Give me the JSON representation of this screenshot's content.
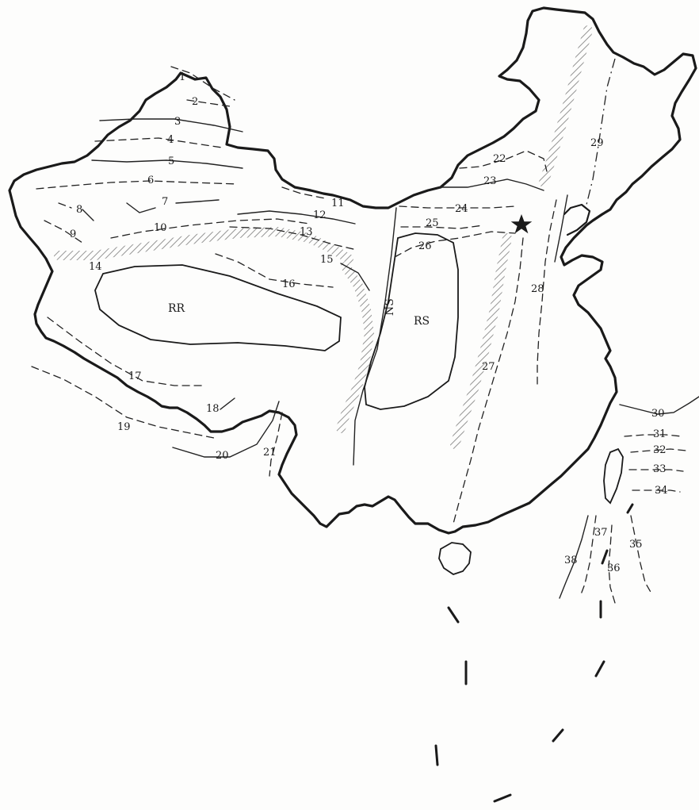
{
  "map": {
    "fault_labels": [
      "1",
      "2",
      "3",
      "4",
      "5",
      "6",
      "7",
      "8",
      "9",
      "10",
      "11",
      "12",
      "13",
      "14",
      "15",
      "16",
      "17",
      "18",
      "19",
      "20",
      "21",
      "22",
      "23",
      "24",
      "25",
      "26",
      "27",
      "28",
      "29",
      "30",
      "31",
      "32",
      "33",
      "34",
      "35",
      "36",
      "37",
      "38"
    ],
    "region_labels": {
      "rr": "RR",
      "rs": "RS",
      "ns": "NS"
    },
    "markers": {
      "star_icon": "star-icon"
    },
    "colors": {
      "ink": "#1a1a1a",
      "hatch": "#8a8a8a",
      "paper": "#fdfdfc"
    }
  }
}
